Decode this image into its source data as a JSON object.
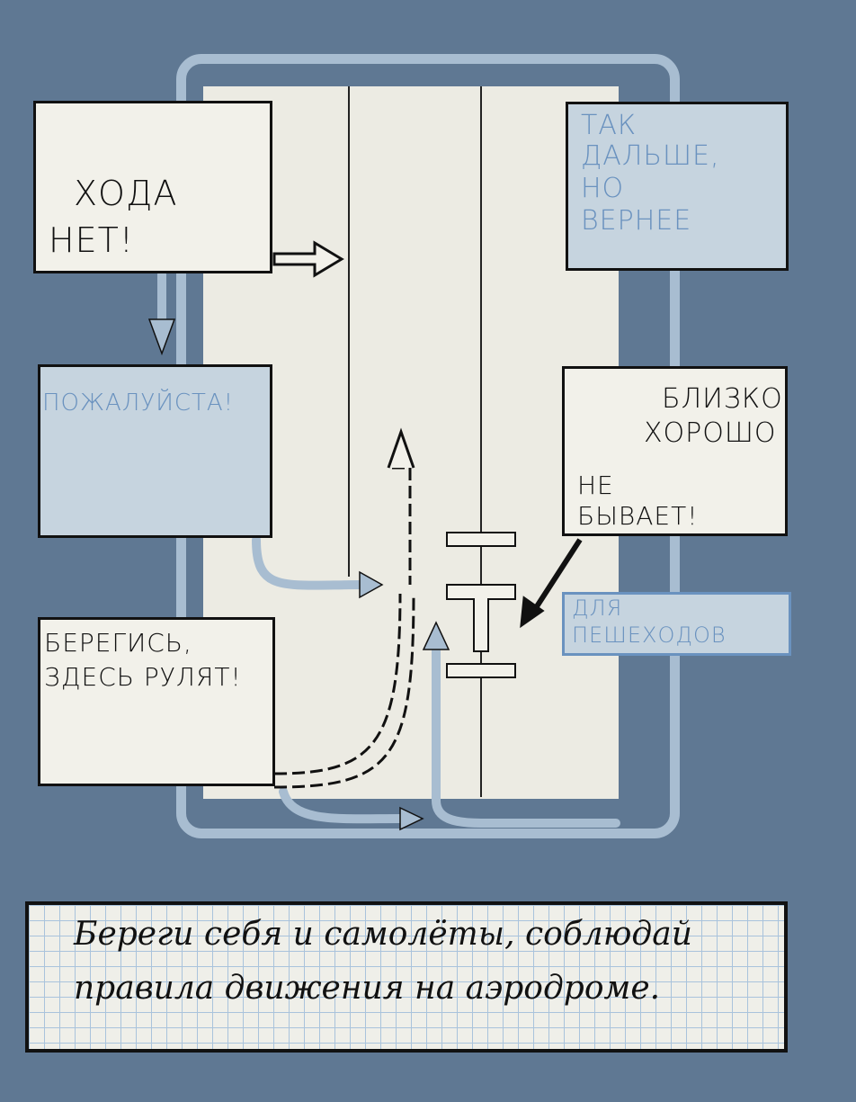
{
  "panels": {
    "no_way": {
      "lines": [
        "ХОДА",
        "НЕТ!"
      ]
    },
    "further": {
      "lines": [
        "ТАК",
        "ДАЛЬШЕ,",
        "НО",
        "ВЕРНЕЕ"
      ]
    },
    "please": {
      "text": "ПОЖАЛУЙСТА!"
    },
    "close": {
      "lines": [
        "БЛИЗКО",
        "ХОРОШО",
        "НЕ",
        "БЫВАЕТ!"
      ]
    },
    "pedestrians": {
      "lines": [
        "ДЛЯ",
        "ПЕШЕХОДОВ"
      ]
    },
    "taxiing": {
      "lines": [
        "БЕРЕГИСЬ,",
        "ЗДЕСЬ РУЛЯТ!"
      ]
    }
  },
  "note": {
    "lines": [
      "Береги себя и самолёты, соблюдай",
      "правила движения на аэродроме."
    ]
  },
  "colors": {
    "background": "#5f7893",
    "accent_blue": "#6a92bf",
    "paper": "#ecebe3"
  }
}
